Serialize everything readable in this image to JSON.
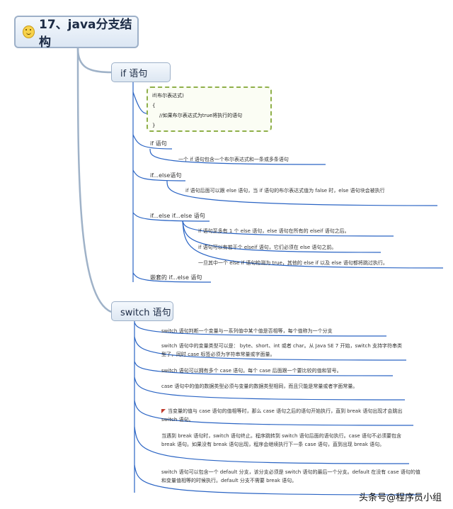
{
  "root": {
    "title": "17、java分支结构",
    "icon": "smiley-icon"
  },
  "if_node": {
    "label": "if 语句",
    "code": [
      "if(布尔表达式)",
      "{",
      "//如果布尔表达式为true将执行的语句",
      "}"
    ],
    "branches": [
      {
        "label": "if 语句",
        "details": [
          "一个 if 语句包含一个布尔表达式和一条或多条语句"
        ]
      },
      {
        "label": "if...else语句",
        "details": [
          "if 语句后面可以跟 else 语句，当 if 语句的布尔表达式值为 false 时，else 语句块会被执行"
        ]
      },
      {
        "label": "if...else if...else 语句",
        "details": [
          "if 语句至多有 1 个 else 语句，else 语句在所有的 elseif 语句之后。",
          "if 语句可以有若干个 elseif 语句，它们必须在 else 语句之前。",
          "一旦其中一个 else if 语句检测为 true，其他的 else if 以及 else 语句都将跳过执行。"
        ]
      },
      {
        "label": "嵌套的 if...else 语句",
        "details": []
      }
    ]
  },
  "switch_node": {
    "label": "switch 语句",
    "items": [
      "switch 语句判断一个变量与一系列值中某个值是否相等，每个值称为一个分支",
      "switch 语句中的变量类型可以是： byte、short、int 或者 char。从 Java SE 7 开始，switch 支持字符串类型了，同时 case 标签必须为字符串常量或字面量。",
      "switch 语句可以拥有多个 case 语句。每个 case 后面跟一个要比较的值和冒号。",
      "case 语句中的值的数据类型必须与变量的数据类型相同，而且只能是常量或者字面常量。",
      "当变量的值与 case 语句的值相等时，那么 case 语句之后的语句开始执行，直到 break 语句出现才会跳出 switch 语句。",
      "当遇到 break 语句时，switch 语句终止。程序跳转到 switch 语句后面的语句执行。case 语句不必须要包含 break 语句。如果没有 break 语句出现，程序会继续执行下一条 case 语句，直到出现 break 语句。",
      "switch 语句可以包含一个 default 分支，该分支必须是 switch 语句的最后一个分支。default 在没有 case 语句的值和变量值相等的时候执行。default 分支不需要 break 语句。"
    ]
  },
  "watermark": "头条号@程序员小组",
  "colors": {
    "branch": "#2a64c4",
    "node_border": "#9db0c8",
    "code_border": "#8fb04a",
    "flag": "#c0392b"
  }
}
